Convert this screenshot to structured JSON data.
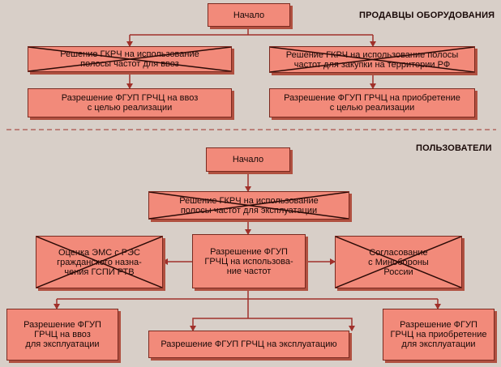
{
  "sections": {
    "sellers": "ПРОДАВЦЫ ОБОРУДОВАНИЯ",
    "users": "ПОЛЬЗОВАТЕЛИ"
  },
  "sellers": {
    "start": "Начало",
    "decision_import": "Решение ГКРЧ на использование\nполосы частот для ввоз",
    "decision_purchase": "Решение ГКРЧ на использование полосы\nчастот для закупки на территории РФ",
    "permit_import": "Разрешение ФГУП ГРЧЦ на ввоз\nс целью реализации",
    "permit_purchase": "Разрешение ФГУП ГРЧЦ на приобретение\nс целью реализации"
  },
  "users": {
    "start": "Начало",
    "decision_operation": "Решение ГКРЧ на использование\nполосы частот для эксплуатации",
    "ems_assessment": "Оценка ЭМС с РЭС\nгражданского назна-\nчения ГСПИ РТВ",
    "permit_frequency": "Разрешение ФГУП\nГРЧЦ на использова-\nние частот",
    "mod_approval": "Согласование\nс Минобороны\nРоссии",
    "permit_import_operation": "Разрешение ФГУП\nГРЧЦ на ввоз\nдля эксплуатации",
    "permit_operation": "Разрешение ФГУП ГРЧЦ на эксплуатацию",
    "permit_purchase_operation": "Разрешение ФГУП\nГРЧЦ на приобретение\nдля эксплуатации"
  },
  "colors": {
    "background": "#d8cfc8",
    "box_fill": "#f28a7a",
    "line": "#a0302a",
    "cross": "#2a0a06"
  }
}
